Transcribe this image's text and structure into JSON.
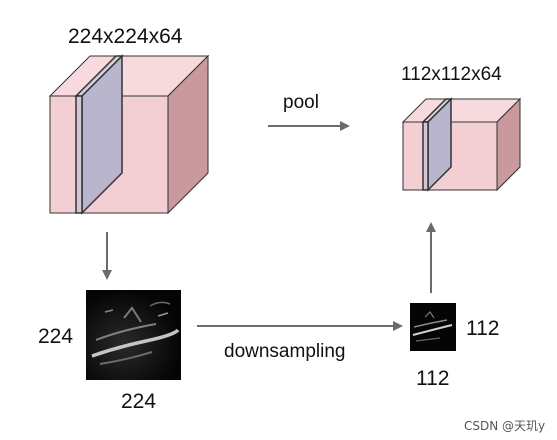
{
  "colors": {
    "cube_front": "#f3cfd3",
    "cube_top": "#f6dadd",
    "cube_side": "#c9999d",
    "slice_fill": "#b8b5cc",
    "edge": "#333333",
    "arrow": "#6b6b6b",
    "featuremap_bg": "#050505"
  },
  "labels": {
    "input_dims": "224x224x64",
    "output_dims": "112x112x64",
    "pool": "pool",
    "downsampling": "downsampling",
    "large_map_height": "224",
    "large_map_width": "224",
    "small_map_height": "112",
    "small_map_width": "112"
  },
  "watermark": "CSDN @天玑y"
}
